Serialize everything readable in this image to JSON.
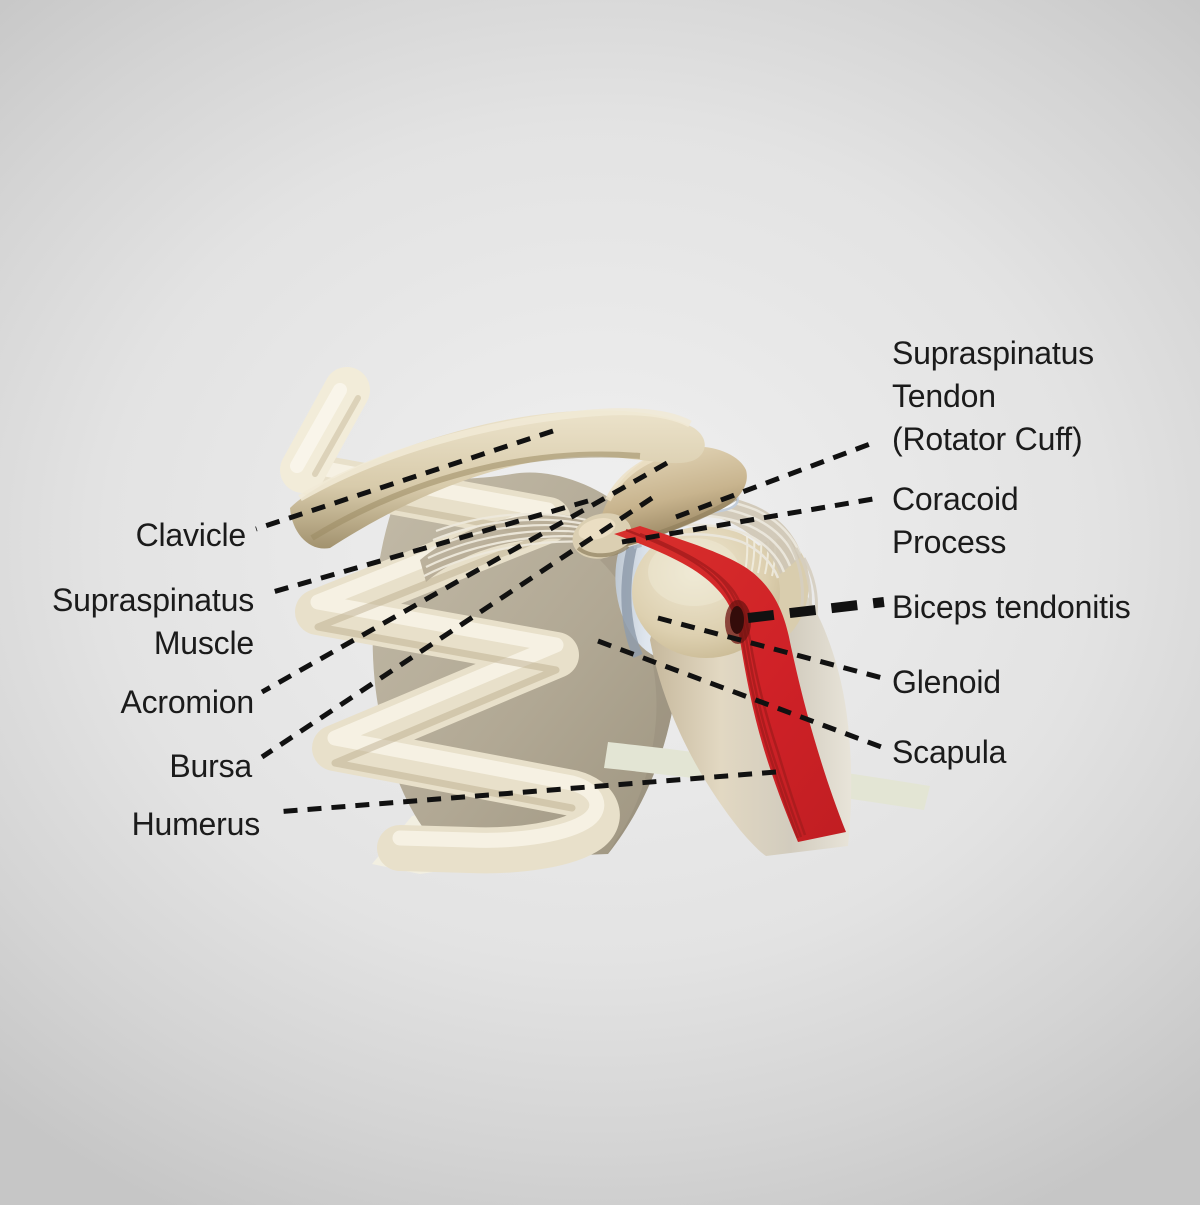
{
  "labels": {
    "left": [
      {
        "id": "clavicle",
        "lines": [
          "Clavicle"
        ]
      },
      {
        "id": "supraspinatus-muscle",
        "lines": [
          "Supraspinatus",
          "Muscle"
        ]
      },
      {
        "id": "acromion",
        "lines": [
          "Acromion"
        ]
      },
      {
        "id": "bursa",
        "lines": [
          "Bursa"
        ]
      },
      {
        "id": "humerus",
        "lines": [
          "Humerus"
        ]
      }
    ],
    "right": [
      {
        "id": "supraspinatus-tendon",
        "lines": [
          "Supraspinatus",
          "Tendon",
          "(Rotator Cuff)"
        ]
      },
      {
        "id": "coracoid-process",
        "lines": [
          "Coracoid",
          "Process"
        ]
      },
      {
        "id": "biceps-tendonitis",
        "lines": [
          "Biceps tendonitis"
        ]
      },
      {
        "id": "glenoid",
        "lines": [
          "Glenoid"
        ]
      },
      {
        "id": "scapula",
        "lines": [
          "Scapula"
        ]
      }
    ]
  },
  "colors": {
    "background_center": "#f0f0f0",
    "background_edge": "#c6c6c6",
    "label_text": "#1b1b1b",
    "leader_line": "#111111",
    "bone_light": "#f2ecdb",
    "bone_mid": "#ddd2b6",
    "bone_shadow": "#a2926e",
    "scapula_tan": "#b1a894",
    "acromion_gold": "#c8b48e",
    "cartilage_blue": "#dfe6ee",
    "glenoid_rim": "#96a3af",
    "tendon_gray": "#cfc7b6",
    "muscle_fiber": "#eee9dc",
    "inflamed_tendon_red": "#cf2127",
    "inflammation_spot": "#340c0a"
  }
}
